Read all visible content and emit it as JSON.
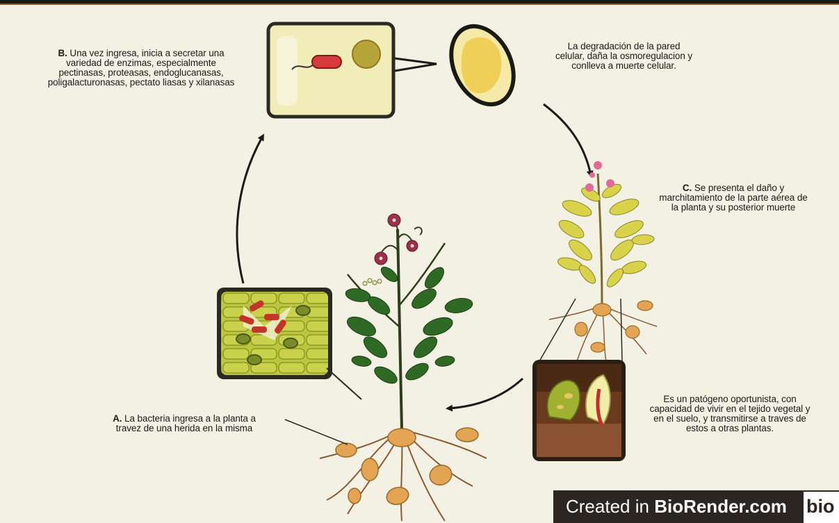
{
  "labels": {
    "b_text": "B. Una vez ingresa, inicia a secretar una variedad de enzimas, especialmente pectinasas, proteasas, endoglucanasas, poligalacturonasas, pectato liasas y xilanasas",
    "degradation_text": "La degradación de la pared celular, daña la osmoregulacion y conlleva a muerte celular.",
    "c_text": "C. Se presenta el daño y marchitamiento de la parte aérea de la planta y su posterior muerte",
    "a_text": "A. La bacteria ingresa a la planta a travez de una herida en la misma",
    "pathogen_text": "Es un patógeno oportunista, con capacidad de vivir en el tejido vegetal y en el suelo, y transmitirse a traves de estos a otras plantas."
  },
  "lines": {
    "b": [
      "B. Una vez ingresa, inicia a secretar una",
      "variedad de enzimas, especialmente",
      "pectinasas, proteasas, endoglucanasas,",
      "poligalacturonasas, pectato liasas y xilanasas"
    ],
    "deg": [
      "La degradación de la pared",
      "celular, daña la osmoregulacion y",
      "conlleva a muerte celular."
    ],
    "c": [
      "C. Se presenta el daño y",
      "marchitamiento de la parte aérea de",
      "la planta y su posterior muerte"
    ],
    "a": [
      "A. La bacteria ingresa a la planta a",
      "travez de  una herida en la misma"
    ],
    "p": [
      "Es un patógeno oportunista, con",
      "capacidad de vivir en el tejido vegetal y",
      "en el suelo, y transmitirse a traves de",
      "estos a otras plantas."
    ]
  },
  "footer": {
    "created_in": "Created in ",
    "brand": "BioRender.com",
    "logo": "bio"
  },
  "colors": {
    "background": "#f3f1e4",
    "panel_fill": "#f1ecb8",
    "panel_border": "#2a2a22",
    "bacterium": "#d63a3a",
    "cell_green": "#b7c23d",
    "leaf_green": "#2f6a24",
    "potato": "#e3a453",
    "flower": "#9c2f4a",
    "pink_flower": "#e06b94",
    "yellow_leaf": "#d8d34a",
    "arrow": "#1a1a1a"
  }
}
